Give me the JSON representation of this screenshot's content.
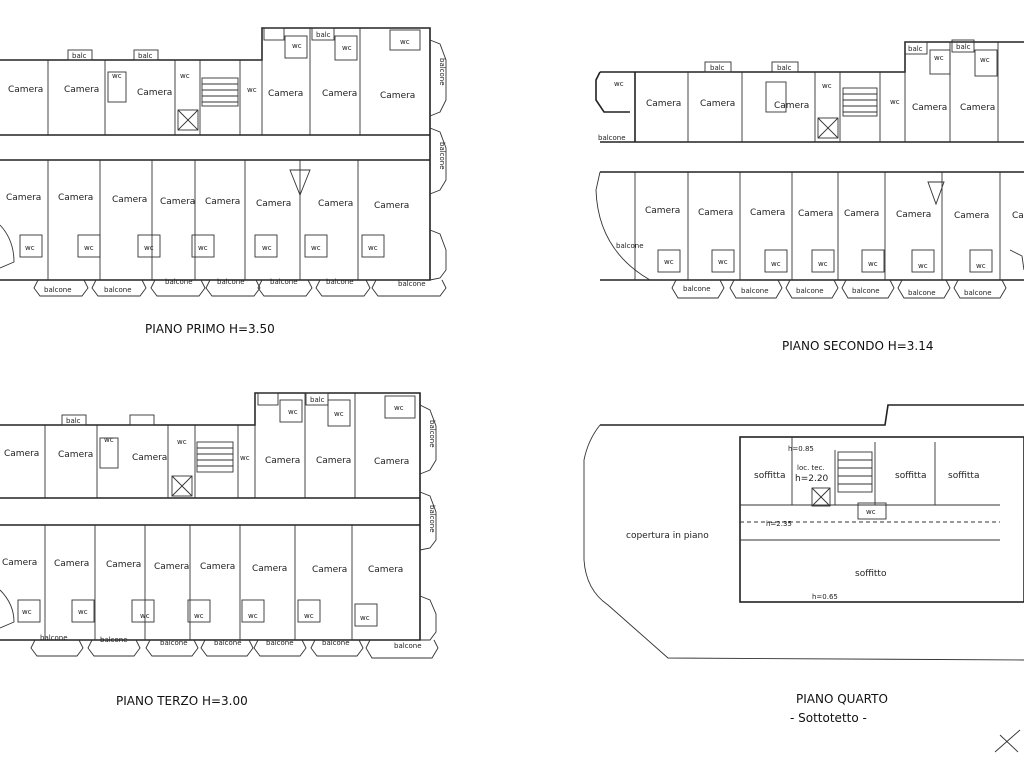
{
  "titles": {
    "primo": "PIANO PRIMO H=3.50",
    "secondo": "PIANO SECONDO H=3.14",
    "terzo": "PIANO TERZO H=3.00",
    "quarto": "PIANO QUARTO",
    "quarto_sub": "- Sottotetto -"
  },
  "labels": {
    "camera": "Camera",
    "wc": "wc",
    "balcone": "balcone",
    "balc": "balc",
    "soffitta": "soffitta",
    "soffitto": "soffitto",
    "copertura": "copertura in piano",
    "loc_tec": "loc. tec.",
    "h085": "h=0.85",
    "h220": "h=2.20",
    "h235": "h=2.35",
    "h065": "h=0.65"
  }
}
